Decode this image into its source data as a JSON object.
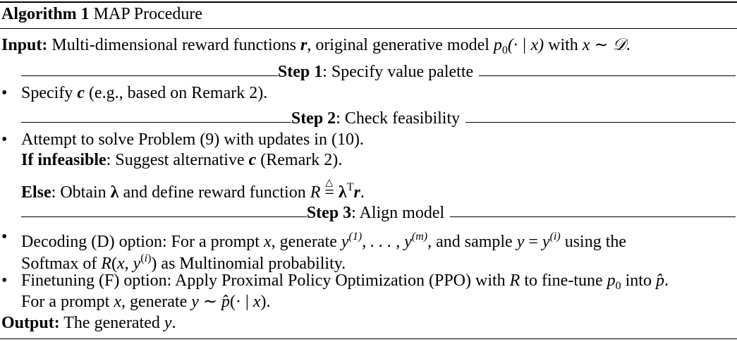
{
  "algorithm": {
    "label": "Algorithm 1",
    "title": "MAP Procedure"
  },
  "input": {
    "label": "Input:",
    "text_a": "Multi-dimensional reward functions",
    "sym_r": "r",
    "text_b": ", original generative model",
    "sym_p0": "p",
    "sym_p0_sub": "0",
    "sym_cond": "(· | x)",
    "text_c": "with",
    "sym_xD": "x ∼ 𝒟",
    "text_end": "."
  },
  "step1": {
    "label": "Step 1",
    "text": ": Specify value palette",
    "bullet": "Specify",
    "sym_c": "c",
    "rest": "(e.g., based on Remark 2)."
  },
  "step2": {
    "label": "Step 2",
    "text": ": Check feasibility",
    "bullet": "Attempt to solve Problem (9) with updates in (10).",
    "infeasible_label": "If infeasible",
    "infeasible_text": ": Suggest alternative",
    "sym_c": "c",
    "infeasible_end": "(Remark 2).",
    "else_label": "Else",
    "else_text": ": Obtain",
    "sym_lambda": "λ",
    "else_mid": "and define reward function",
    "sym_R": "R",
    "sym_lambda2": "λ",
    "sym_T": "T",
    "sym_r": "r",
    "end": "."
  },
  "step3": {
    "label": "Step 3",
    "text": ": Align model",
    "decoding_a": "Decoding (D) option: For a prompt",
    "sym_x": "x",
    "decoding_b": ", generate",
    "decoding_c": "and sample",
    "decoding_d": "using the",
    "decoding_line2_a": "Softmax of",
    "decoding_line2_b": "as Multinomial probability.",
    "finetune_a": "Finetuning (F) option: Apply Proximal Policy Optimization (PPO) with",
    "finetune_b": "to fine-tune",
    "finetune_c": "into",
    "finetune_line2_a": "For a prompt",
    "finetune_line2_b": ", generate"
  },
  "output": {
    "label": "Output:",
    "text": "The generated",
    "sym_y": "y",
    "end": "."
  }
}
